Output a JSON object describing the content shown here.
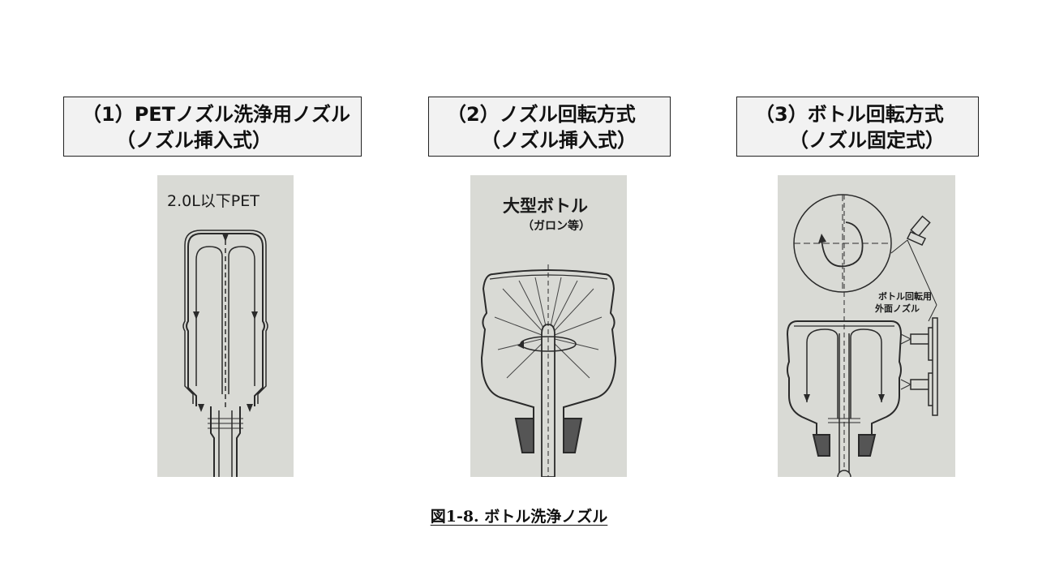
{
  "panels": [
    {
      "title_line1": "（1）PETノズル洗浄用ノズル",
      "title_line2": "（ノズル挿入式）",
      "image_label": "2.0L以下PET"
    },
    {
      "title_line1": "（2）ノズル回転方式",
      "title_line2": "（ノズル挿入式）",
      "image_label": "大型ボトル",
      "image_sublabel": "（ガロン等）"
    },
    {
      "title_line1": "（3）ボトル回転方式",
      "title_line2": "（ノズル固定式）",
      "image_label_line1": "ボトル回転用",
      "image_label_line2": "外面ノズル"
    }
  ],
  "caption": "図1-8. ボトル洗浄ノズル"
}
